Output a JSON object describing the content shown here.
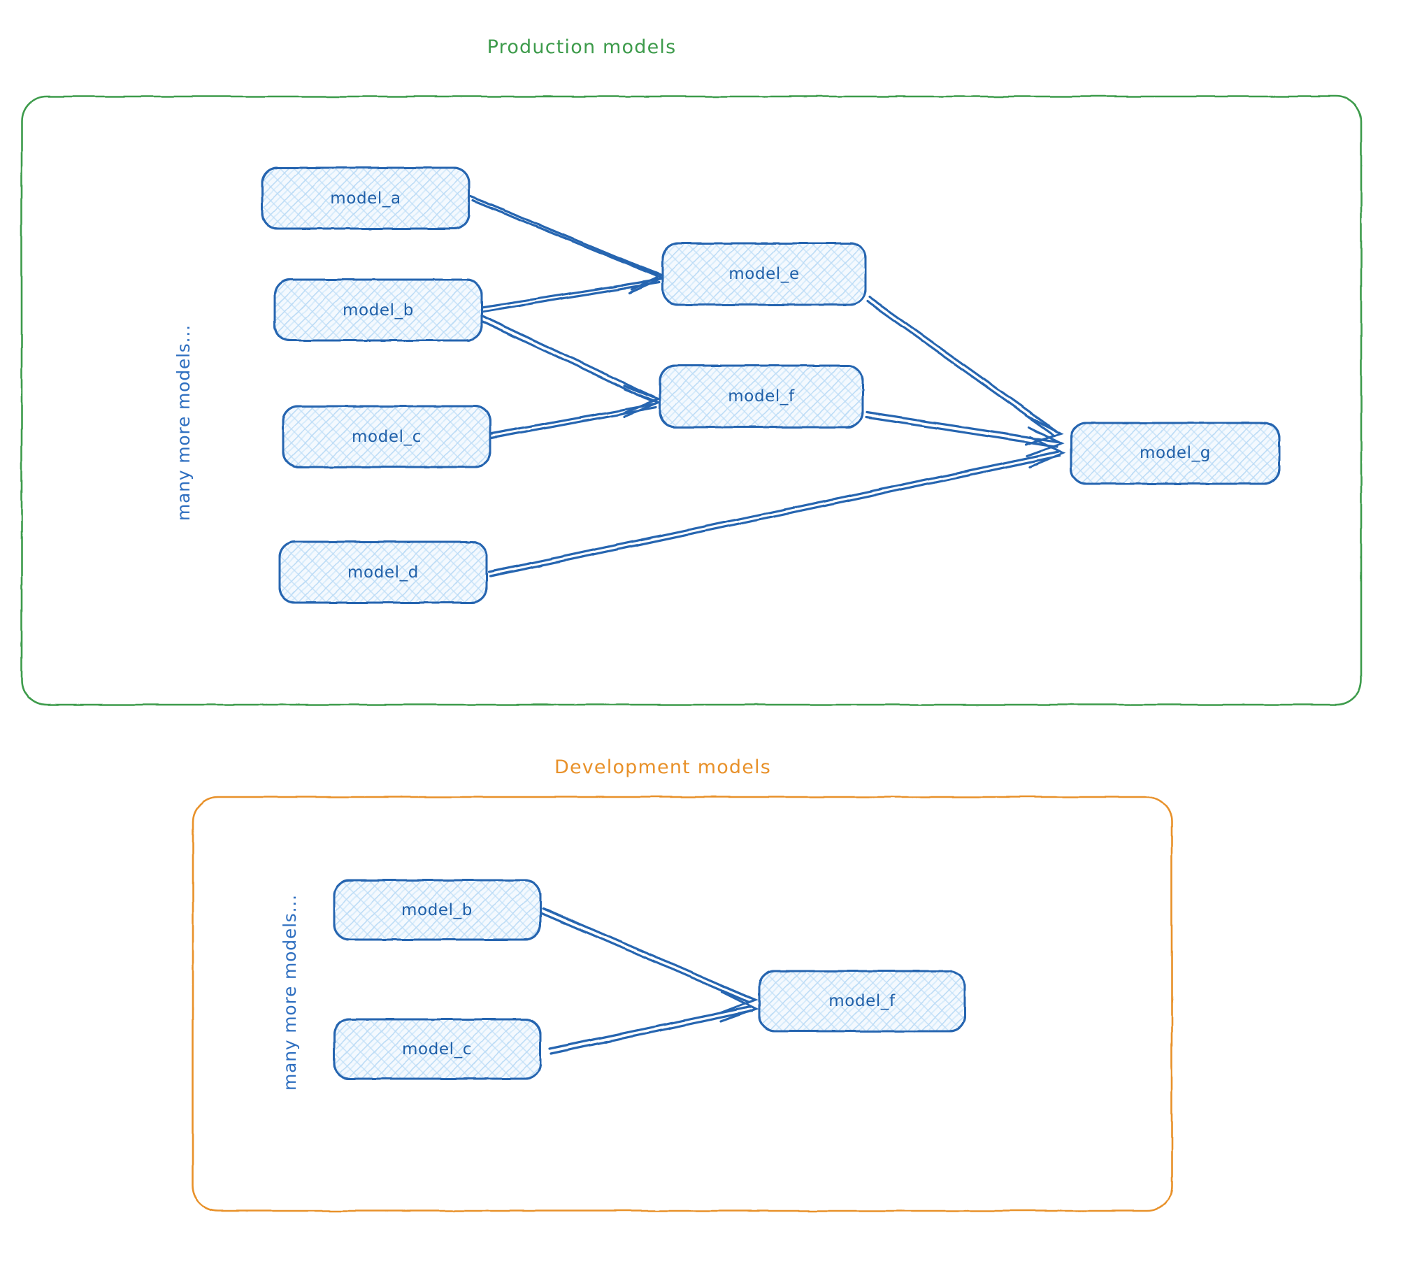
{
  "diagram": {
    "title_style": "hand-drawn sketch",
    "background_color": "#ffffff",
    "node_border_color": "#2565b0",
    "node_fill_color": "#cfe3f7",
    "node_text_color": "#1f5fa8",
    "edge_color": "#2565b0",
    "production_color": "#3d9b4b",
    "development_color": "#e8912a"
  },
  "frames": [
    {
      "id": "production",
      "title": "Production models",
      "color": "#3d9b4b",
      "side_note": "many more models..."
    },
    {
      "id": "development",
      "title": "Development models",
      "color": "#e8912a",
      "side_note": "many more models..."
    }
  ],
  "production": {
    "title": "Production models",
    "side_note": "many more models...",
    "nodes": [
      {
        "id": "model_a",
        "label": "model_a"
      },
      {
        "id": "model_b",
        "label": "model_b"
      },
      {
        "id": "model_c",
        "label": "model_c"
      },
      {
        "id": "model_d",
        "label": "model_d"
      },
      {
        "id": "model_e",
        "label": "model_e"
      },
      {
        "id": "model_f",
        "label": "model_f"
      },
      {
        "id": "model_g",
        "label": "model_g"
      }
    ],
    "edges": [
      {
        "from": "model_a",
        "to": "model_e"
      },
      {
        "from": "model_b",
        "to": "model_e"
      },
      {
        "from": "model_b",
        "to": "model_f"
      },
      {
        "from": "model_c",
        "to": "model_f"
      },
      {
        "from": "model_e",
        "to": "model_g"
      },
      {
        "from": "model_f",
        "to": "model_g"
      },
      {
        "from": "model_d",
        "to": "model_g"
      }
    ]
  },
  "development": {
    "title": "Development models",
    "side_note": "many more models...",
    "nodes": [
      {
        "id": "model_b",
        "label": "model_b"
      },
      {
        "id": "model_c",
        "label": "model_c"
      },
      {
        "id": "model_f",
        "label": "model_f"
      }
    ],
    "edges": [
      {
        "from": "model_b",
        "to": "model_f"
      },
      {
        "from": "model_c",
        "to": "model_f"
      }
    ]
  }
}
